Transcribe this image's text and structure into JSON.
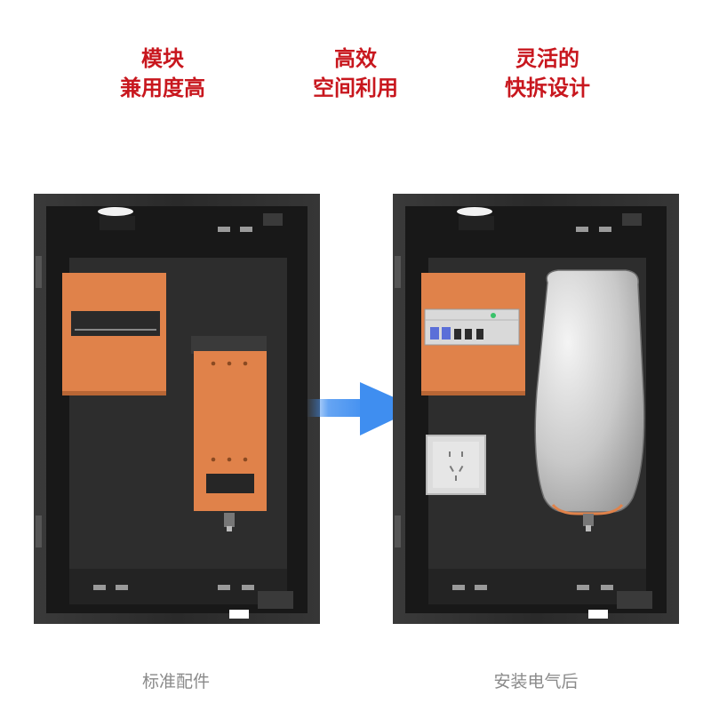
{
  "features": [
    {
      "line1": "模块",
      "line2": "兼用度高"
    },
    {
      "line1": "高效",
      "line2": "空间利用"
    },
    {
      "line1": "灵活的",
      "line2": "快拆设计"
    }
  ],
  "captions": {
    "before": "标准配件",
    "after": "安装电气后"
  },
  "colors": {
    "headline_red": "#c8171e",
    "caption_gray": "#8a8a8a",
    "cabinet_dark": "#2b2b2b",
    "module_orange": "#e0824a",
    "arrow_blue": "#3f8ef0"
  },
  "icons": [
    "right-arrow-icon",
    "power-socket-icon",
    "circuit-breaker-icon"
  ]
}
